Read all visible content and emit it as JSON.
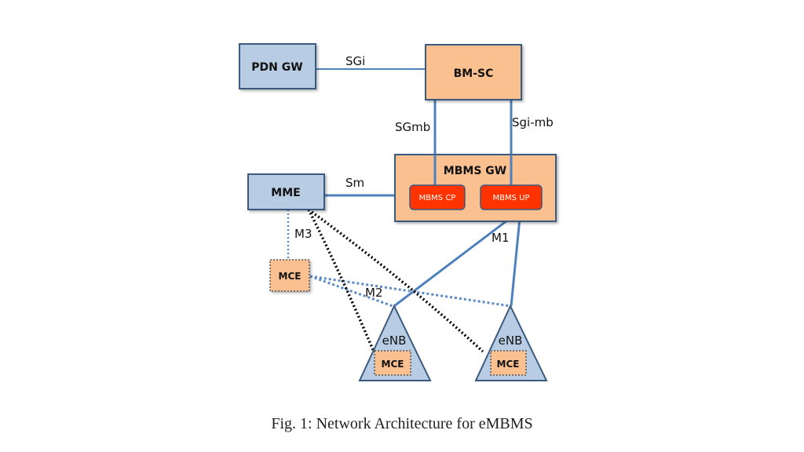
{
  "figure": {
    "caption": "Fig. 1: Network Architecture for eMBMS"
  },
  "nodes": {
    "pdn_gw": {
      "label": "PDN GW"
    },
    "bm_sc": {
      "label": "BM-SC"
    },
    "mbms_gw": {
      "label": "MBMS GW"
    },
    "mbms_cp": {
      "label": "MBMS CP"
    },
    "mbms_up": {
      "label": "MBMS UP"
    },
    "mme": {
      "label": "MME"
    },
    "mce_standalone": {
      "label": "MCE"
    },
    "enb_left": {
      "label": "eNB",
      "mce_label": "MCE"
    },
    "enb_right": {
      "label": "eNB",
      "mce_label": "MCE"
    }
  },
  "edges": {
    "sgi": "SGi",
    "sgmb": "SGmb",
    "sgi_mb": "Sgi-mb",
    "sm": "Sm",
    "m3": "M3",
    "m1": "M1",
    "m2": "M2"
  },
  "colors": {
    "blue_fill": "#b8cce4",
    "blue_stroke": "#3b5a80",
    "orange_fill": "#fac090",
    "red_fill": "#ff3300",
    "line_blue": "#4f81bd",
    "dotted_blue": "#5b8ac6",
    "dotted_black": "#000000"
  }
}
